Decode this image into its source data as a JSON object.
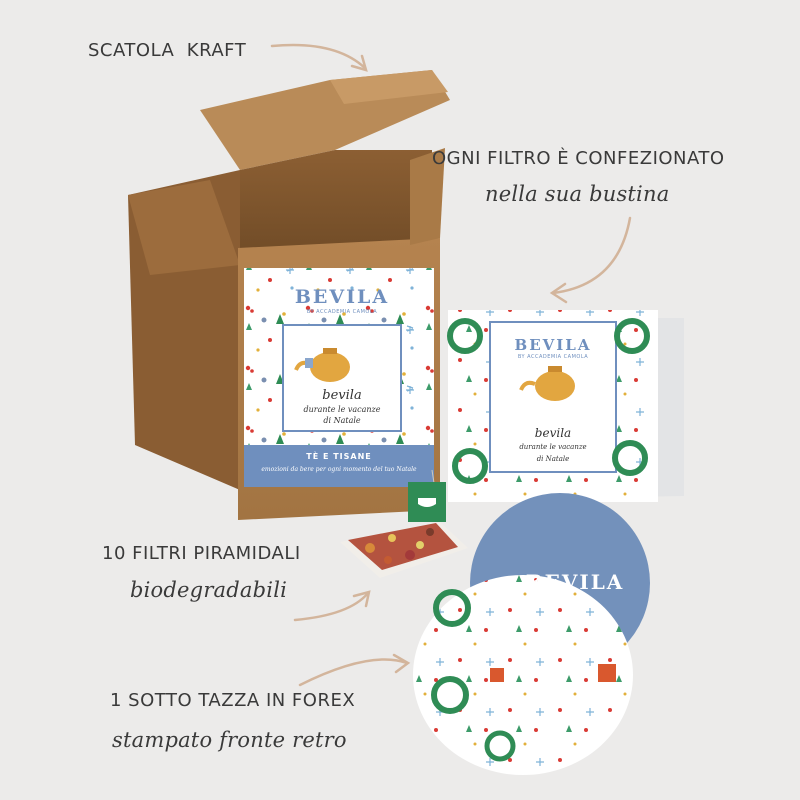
{
  "captions": {
    "box": "SCATOLA  KRAFT",
    "filter_line1": "OGNI FILTRO È CONFEZIONATO",
    "filter_line2": "nella sua bustina",
    "pyramids_line1": "10 FILTRI PIRAMIDALI",
    "pyramids_line2": "biodegradabili",
    "coaster_line1": "1 SOTTO TAZZA IN FOREX",
    "coaster_line2": "stampato fronte retro"
  },
  "box_label": {
    "brand": "BEVILA",
    "brand_sub": "BY ACCADEMIA CAMOLA",
    "card_title": "bevila",
    "card_line2": "durante le vacanze",
    "card_line3": "di Natale",
    "band_title": "TÈ E TISANE",
    "band_sub": "emozioni da bere per ogni momento del tuo Natale"
  },
  "sachet": {
    "brand": "BEVILA",
    "brand_sub": "BY ACCADEMIA CAMOLA",
    "title": "bevila",
    "line2": "durante le vacanze",
    "line3": "di Natale"
  },
  "coaster_back": {
    "brand": "BEVILA"
  },
  "colors": {
    "kraft": "#b07e4c",
    "kraft_dark": "#8f6236",
    "label_blue": "#6f8fbe",
    "coaster_blue": "#7391bb",
    "text": "#3a3a3a",
    "arrow": "#d3b59c"
  }
}
